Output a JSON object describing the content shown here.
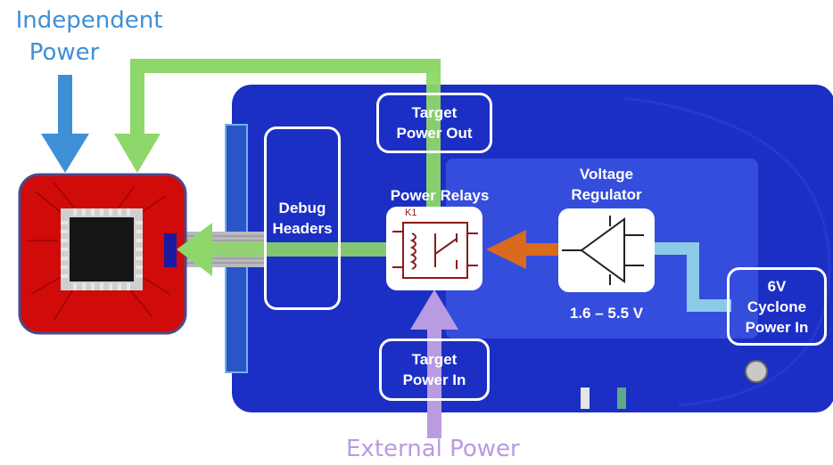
{
  "labels": {
    "independent_power": [
      "Independent",
      "Power"
    ],
    "external_power": "External Power",
    "debug_headers": [
      "Debug",
      "Headers"
    ],
    "target_power_out": [
      "Target",
      "Power Out"
    ],
    "target_power_in": [
      "Target",
      "Power In"
    ],
    "power_relays": "Power Relays",
    "relay_ref": "K1",
    "voltage_regulator": [
      "Voltage",
      "Regulator"
    ],
    "voltage_range": "1.6 – 5.5 V",
    "cyclone_power_in": [
      "6V",
      "Cyclone",
      "Power In"
    ]
  },
  "colors": {
    "device_body": "#1c2fc4",
    "device_inner_panel": "#3a52e0",
    "independent_power": "#3f8fd6",
    "external_power": "#b89be0",
    "green_path": "#8ed76a",
    "orange_path": "#d96a1e",
    "cyclone_path": "#8ccbe8",
    "target_board": "#d10a0a",
    "relay_symbol": "#8b1a1a"
  },
  "icons": {
    "target_chip": "microcontroller-chip-icon",
    "relay": "relay-schematic-icon",
    "regulator": "op-amp-schematic-icon"
  }
}
